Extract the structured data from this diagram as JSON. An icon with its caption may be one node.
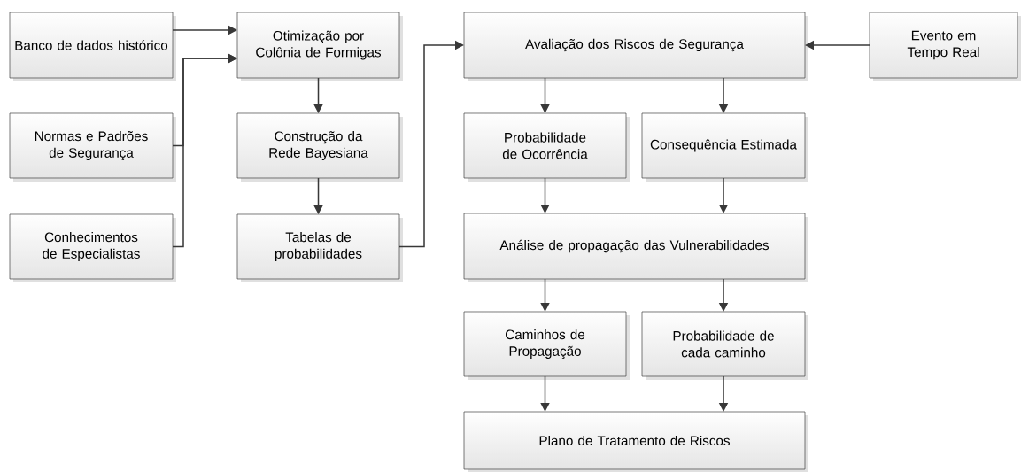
{
  "diagram": {
    "nodes": [
      {
        "text": [
          "Banco de dados histórico"
        ]
      },
      {
        "text": [
          "Normas e Padrões de Segurança"
        ]
      },
      {
        "text": [
          "Conhecimentos de Especialistas"
        ]
      },
      {
        "text": [
          "Otimização por Colônia de Formigas"
        ]
      },
      {
        "text": [
          "Construção da Rede Bayesiana"
        ]
      },
      {
        "text": [
          "Tabelas de probabilidades"
        ]
      },
      {
        "text": [
          "Avaliação dos Riscos de Segurança"
        ]
      },
      {
        "text": [
          "Evento em Tempo Real"
        ]
      },
      {
        "text": [
          "Probabilidade de Ocorrência"
        ]
      },
      {
        "text": [
          "Consequência Estimada"
        ]
      },
      {
        "text": [
          "Análise de propagação das Vulnerabilidades"
        ]
      },
      {
        "text": [
          "Caminhos de Propagação"
        ]
      },
      {
        "text": [
          "Probabilidade de cada caminho"
        ]
      },
      {
        "text": [
          "Plano de Tratamento de Riscos"
        ]
      }
    ],
    "edges": [
      {
        "from": 0,
        "to": 3,
        "arrow": "to"
      },
      {
        "from": 1,
        "to": 3,
        "arrow": "to"
      },
      {
        "from": 2,
        "to": 3,
        "arrow": "to"
      },
      {
        "from": 3,
        "to": 4,
        "arrow": "to"
      },
      {
        "from": 4,
        "to": 5,
        "arrow": "to"
      },
      {
        "from": 5,
        "to": 6,
        "arrow": "to"
      },
      {
        "from": 7,
        "to": 6,
        "arrow": "to"
      },
      {
        "from": 6,
        "to": 8,
        "arrow": "to"
      },
      {
        "from": 6,
        "to": 9,
        "arrow": "to"
      },
      {
        "from": 8,
        "to": 10,
        "arrow": "to"
      },
      {
        "from": 9,
        "to": 10,
        "arrow": "to"
      },
      {
        "from": 10,
        "to": 11,
        "arrow": "to"
      },
      {
        "from": 10,
        "to": 12,
        "arrow": "to"
      },
      {
        "from": 11,
        "to": 13,
        "arrow": "to"
      },
      {
        "from": 12,
        "to": 13,
        "arrow": "to"
      }
    ]
  }
}
